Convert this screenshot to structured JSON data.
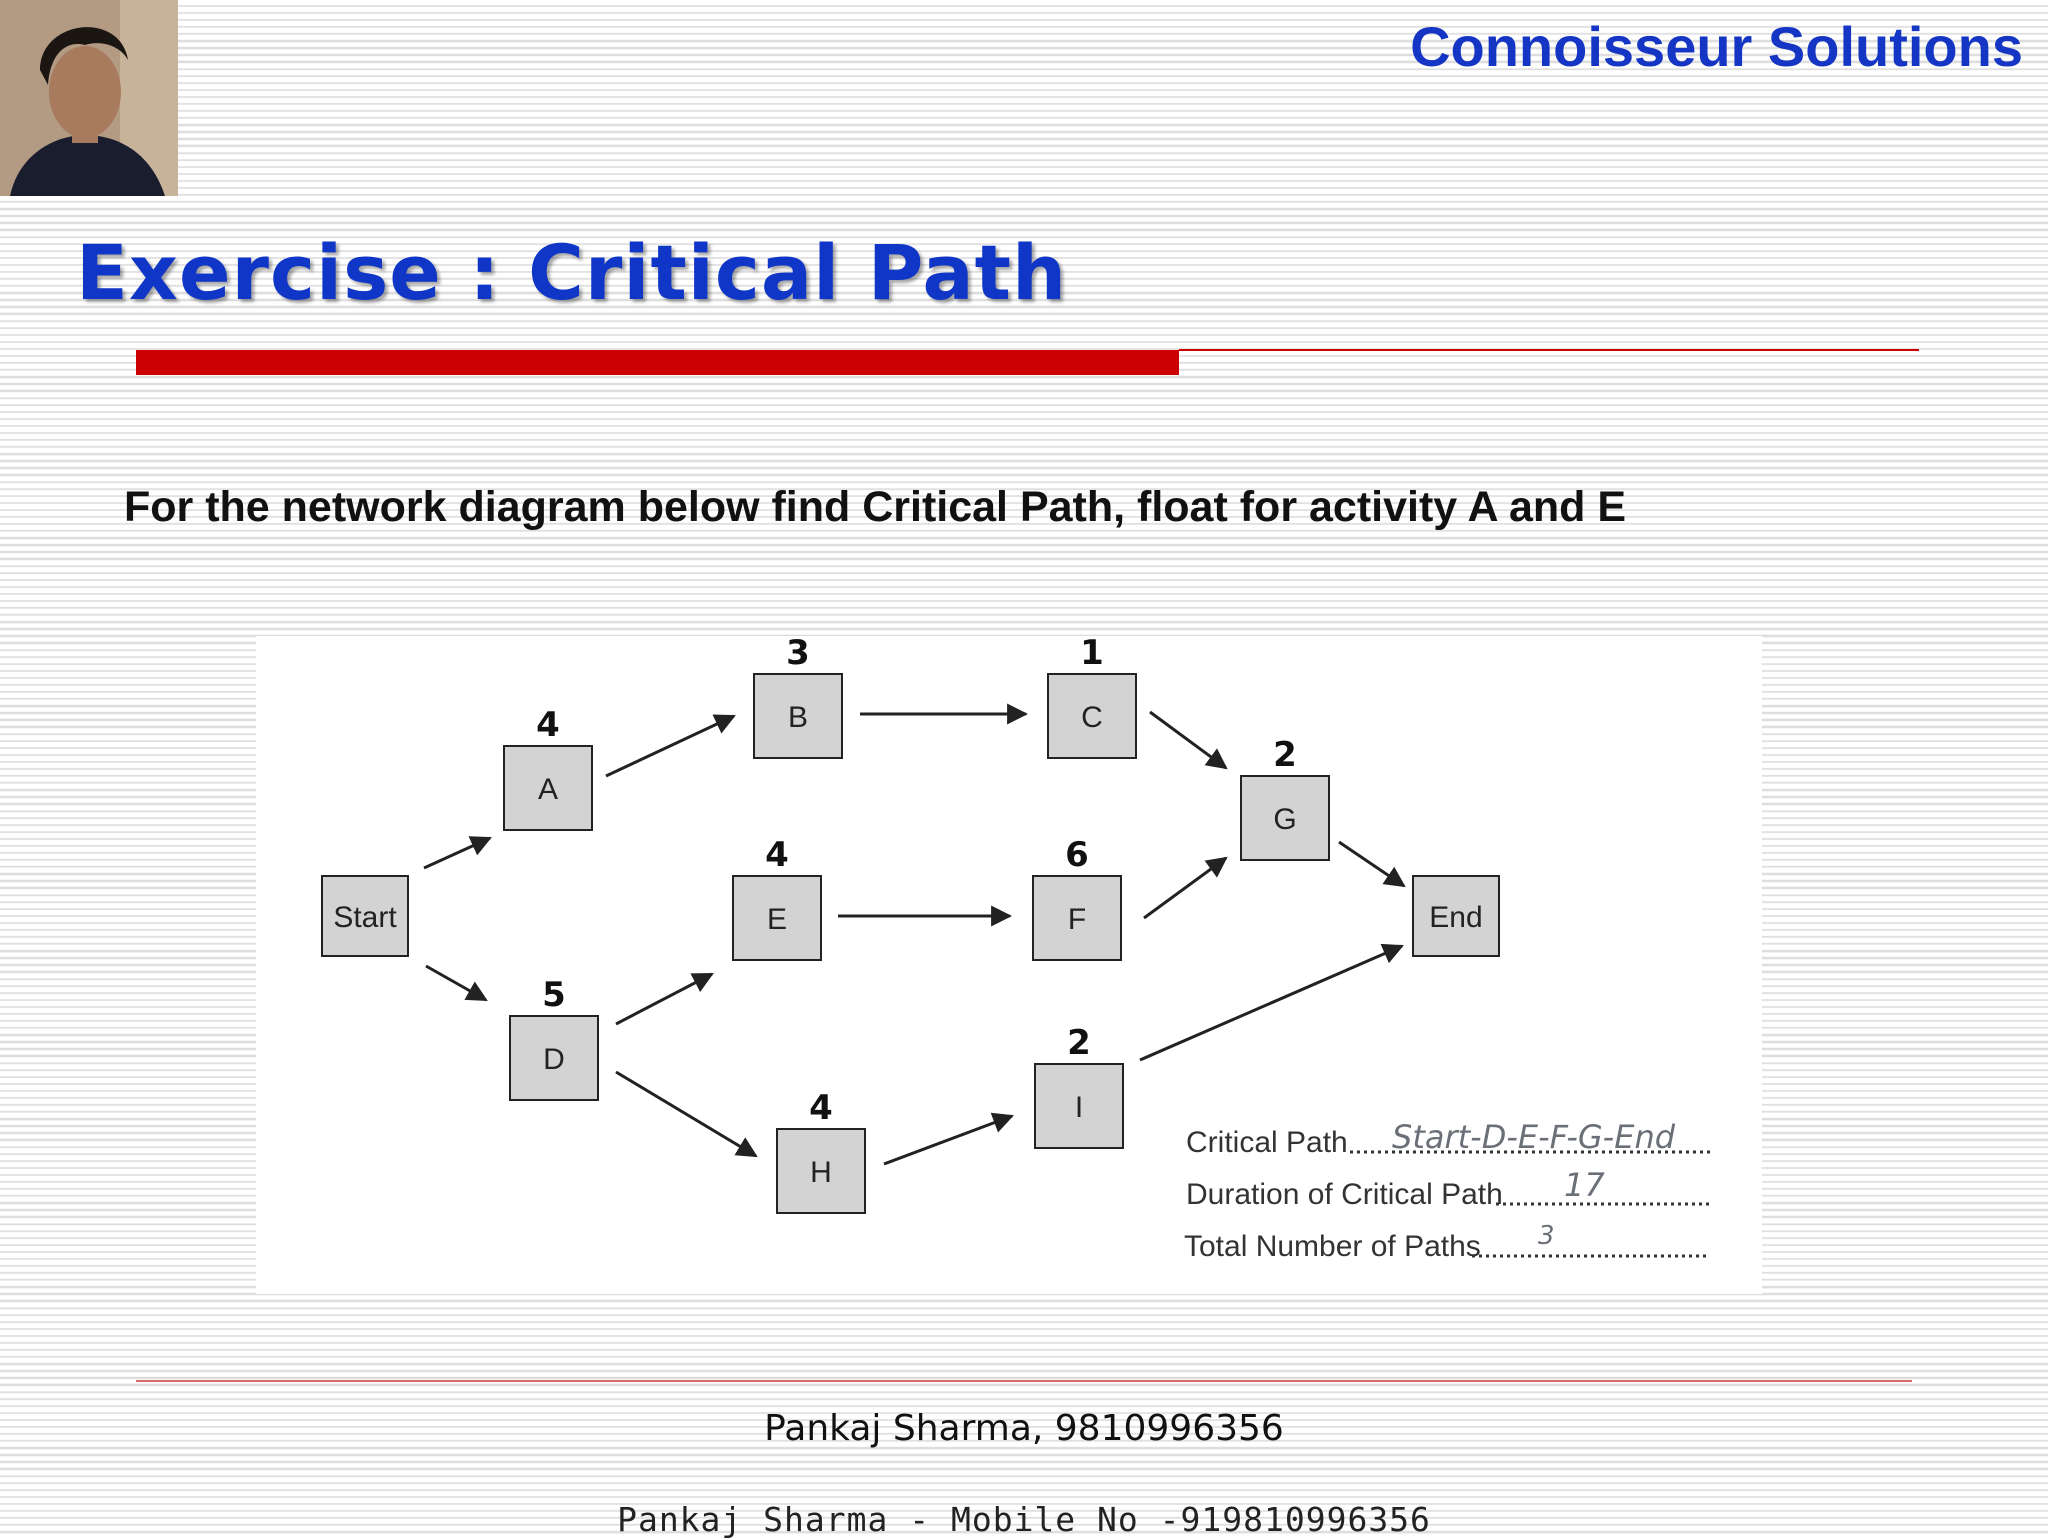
{
  "header": {
    "brand": "Connoisseur Solutions",
    "photo": "presenter-photo"
  },
  "slide": {
    "title": "Exercise : Critical Path",
    "instruction": "For the network diagram below find Critical Path, float for activity A and E"
  },
  "diagram": {
    "nodes": [
      {
        "id": "start",
        "label": "Start",
        "duration": ""
      },
      {
        "id": "a",
        "label": "A",
        "duration": "4"
      },
      {
        "id": "b",
        "label": "B",
        "duration": "3"
      },
      {
        "id": "c",
        "label": "C",
        "duration": "1"
      },
      {
        "id": "d",
        "label": "D",
        "duration": "5"
      },
      {
        "id": "e",
        "label": "E",
        "duration": "4"
      },
      {
        "id": "f",
        "label": "F",
        "duration": "6"
      },
      {
        "id": "g",
        "label": "G",
        "duration": "2"
      },
      {
        "id": "h",
        "label": "H",
        "duration": "4"
      },
      {
        "id": "i",
        "label": "I",
        "duration": "2"
      },
      {
        "id": "end",
        "label": "End",
        "duration": ""
      }
    ],
    "edges": [
      [
        "start",
        "a"
      ],
      [
        "start",
        "d"
      ],
      [
        "a",
        "b"
      ],
      [
        "b",
        "c"
      ],
      [
        "c",
        "g"
      ],
      [
        "d",
        "e"
      ],
      [
        "e",
        "f"
      ],
      [
        "f",
        "g"
      ],
      [
        "g",
        "end"
      ],
      [
        "d",
        "h"
      ],
      [
        "h",
        "i"
      ],
      [
        "i",
        "end"
      ]
    ],
    "answers": [
      {
        "label": "Critical Path",
        "value": "Start-D-E-F-G-End"
      },
      {
        "label": "Duration of Critical Path",
        "value": "17"
      },
      {
        "label": "Total Number of Paths",
        "value": "3"
      }
    ]
  },
  "footer": {
    "name": "Pankaj Sharma, 9810996356",
    "mobile": "Pankaj Sharma - Mobile No -919810996356"
  }
}
